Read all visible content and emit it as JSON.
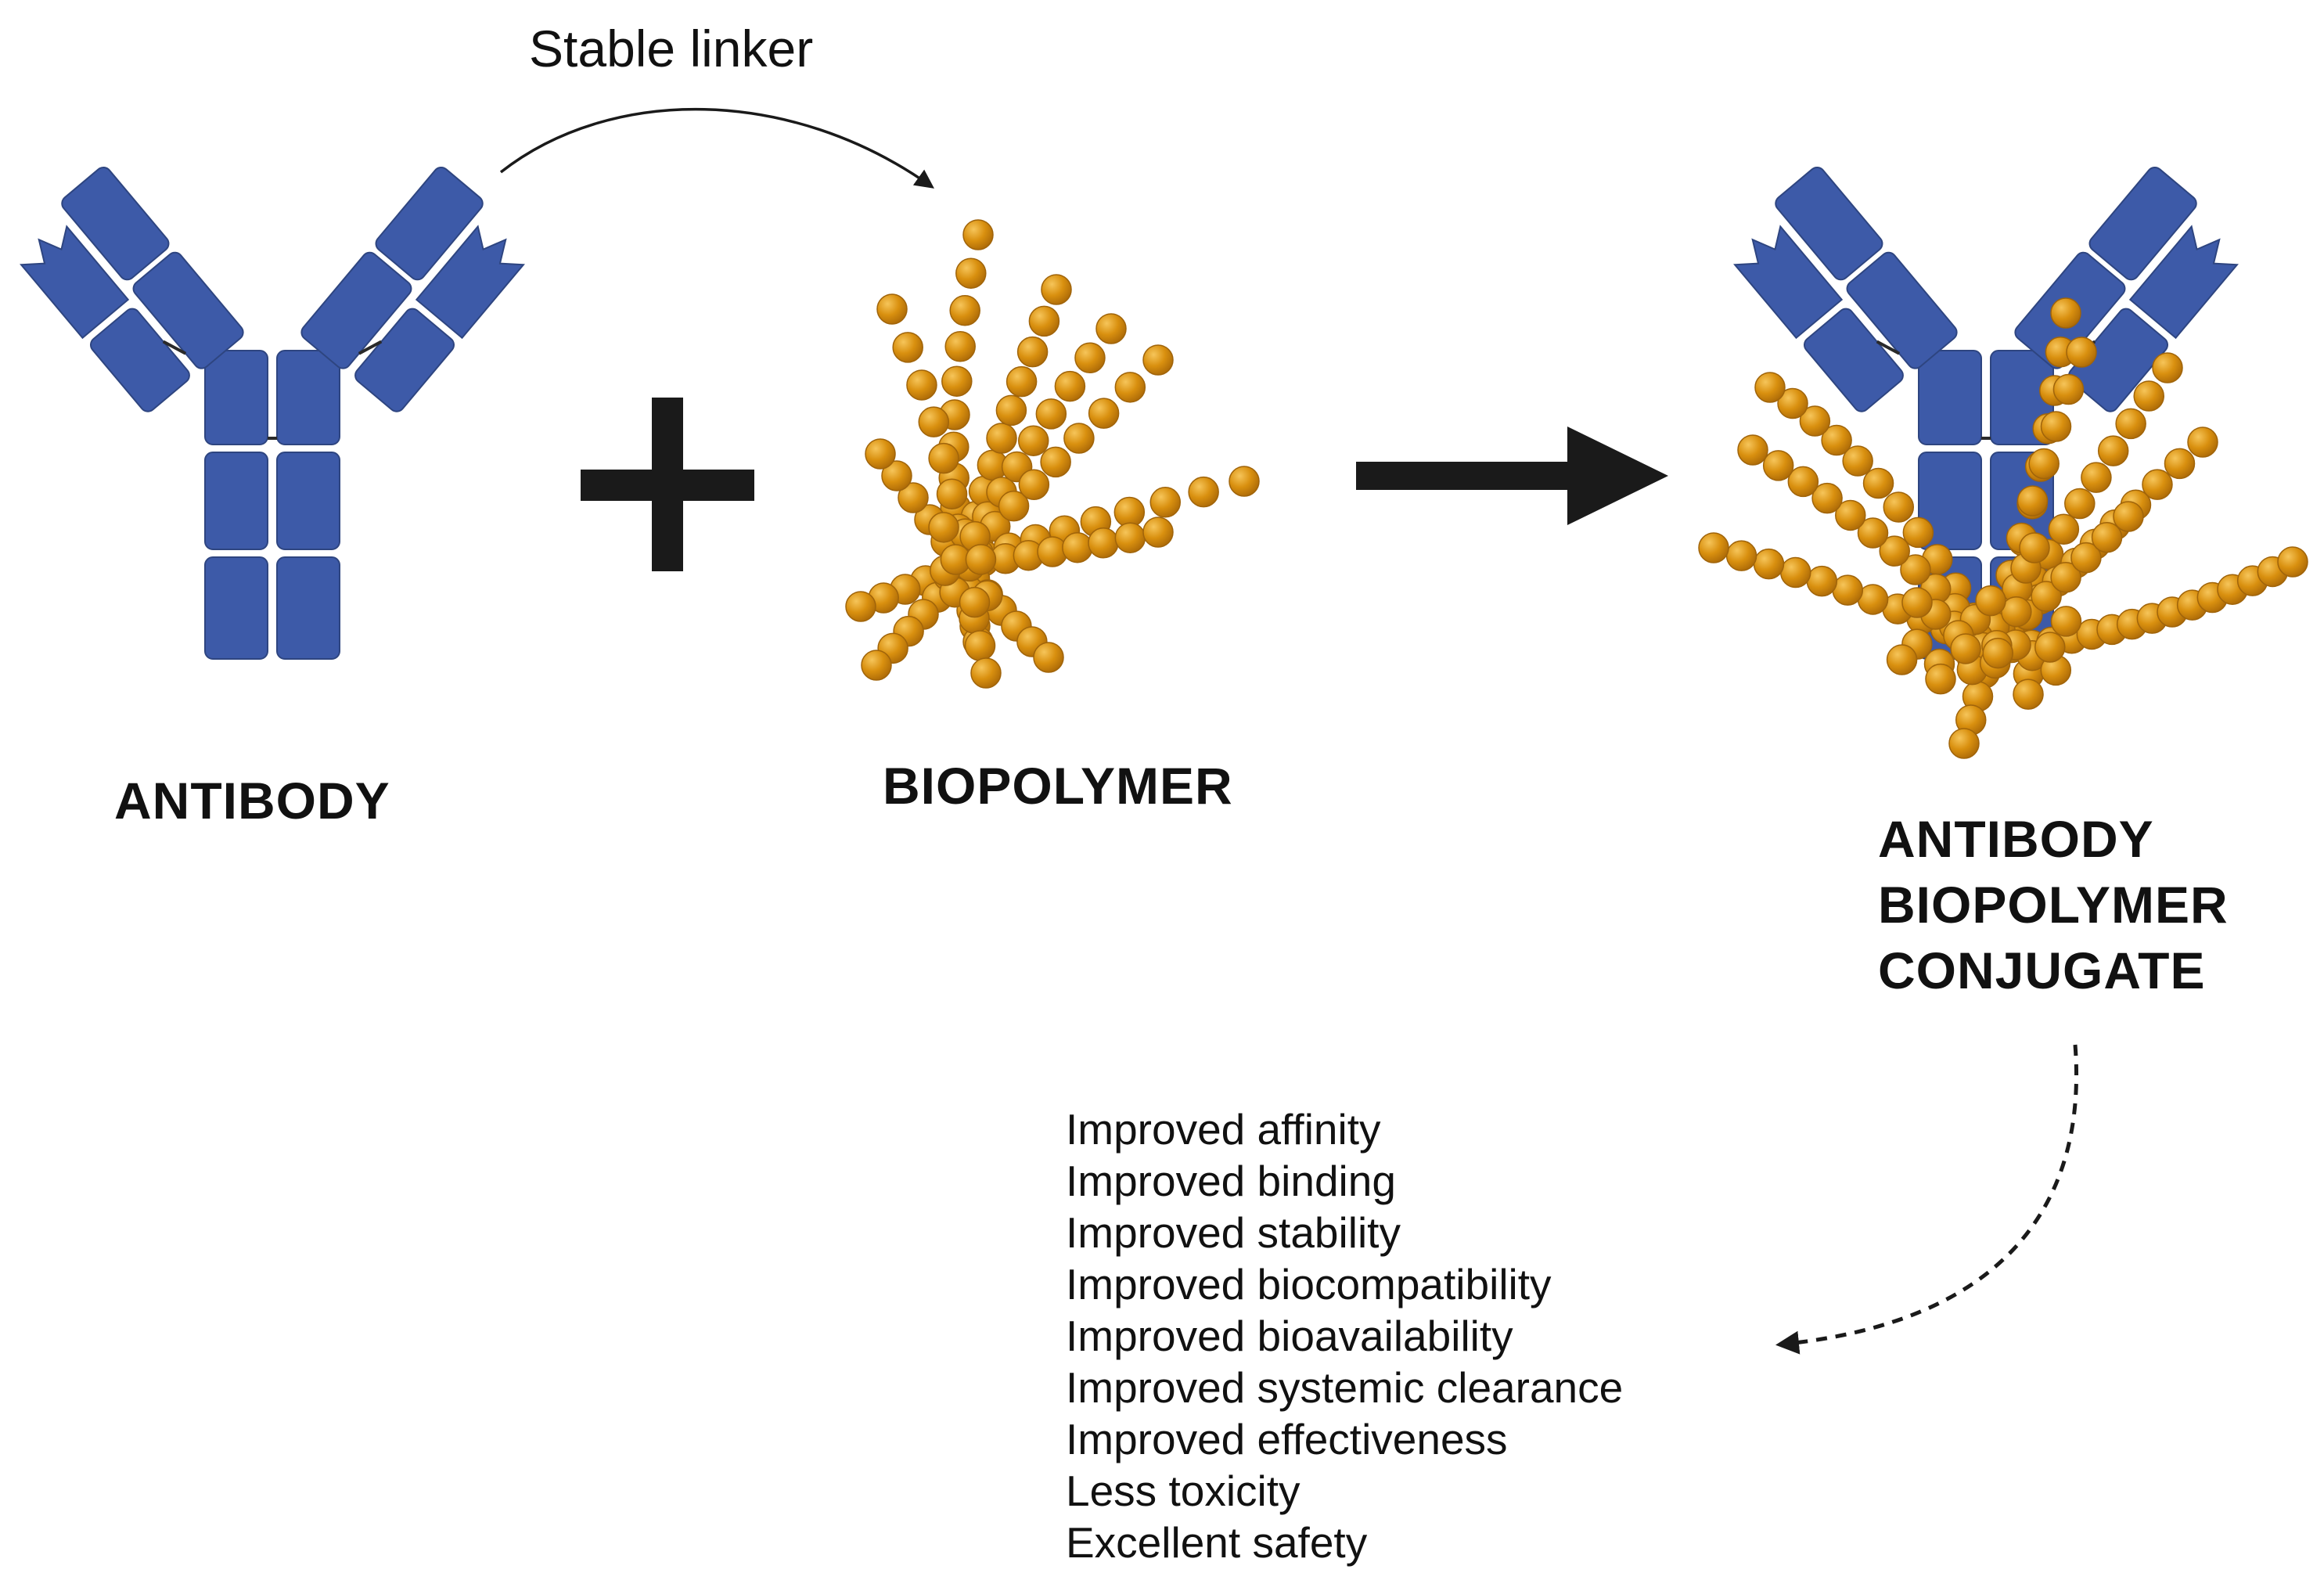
{
  "labels": {
    "linker": "Stable linker",
    "antibody": "ANTIBODY",
    "biopolymer": "BIOPOLYMER",
    "conjugate": [
      "ANTIBODY",
      "BIOPOLYMER",
      "CONJUGATE"
    ]
  },
  "benefits": [
    "Improved affinity",
    "Improved binding",
    "Improved stability",
    "Improved biocompatibility",
    "Improved bioavailability",
    "Improved systemic clearance",
    "Improved effectiveness",
    "Less toxicity",
    "Excellent safety"
  ],
  "colors": {
    "antibody": "#3d5aa8",
    "antibody_edge": "#2e4580",
    "bead": "#d9900f",
    "bead_edge": "#a0640a",
    "bead_highlight": "#f4c152",
    "symbol": "#1a1a1a"
  },
  "icons": {
    "plus": "plus-icon",
    "reaction_arrow": "reaction-arrow-icon",
    "linker_arrow": "curved-arrow-icon",
    "outcome_arrow": "dashed-curved-arrow-icon"
  }
}
